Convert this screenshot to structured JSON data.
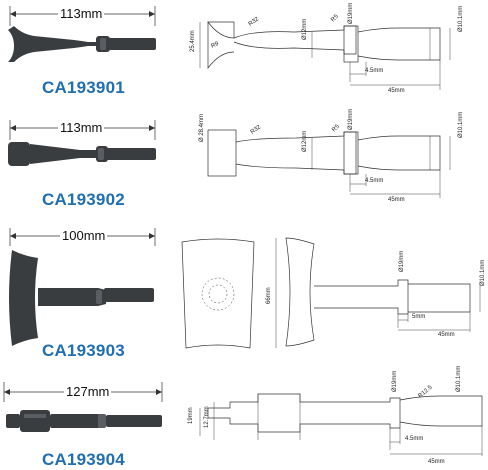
{
  "products": [
    {
      "code": "CA193901",
      "length": "113mm",
      "dims": [
        "R32",
        "R9",
        "25.4mm",
        "Ø12mm",
        "R5",
        "Ø19mm",
        "Ø10.1mm",
        "4.5mm",
        "45mm"
      ]
    },
    {
      "code": "CA193902",
      "length": "113mm",
      "dims": [
        "Ø 28.4mm",
        "R32",
        "Ø12mm",
        "R5",
        "Ø19mm",
        "Ø10.1mm",
        "4.5mm",
        "45mm"
      ]
    },
    {
      "code": "CA193903",
      "length": "100mm",
      "dims": [
        "66mm",
        "Ø19mm",
        "Ø10.1mm",
        "5mm",
        "45mm"
      ]
    },
    {
      "code": "CA193904",
      "length": "127mm",
      "dims": [
        "19mm",
        "12.7mm",
        "Ø19mm",
        "R12.5",
        "Ø10.1mm",
        "4.5mm",
        "45mm"
      ]
    }
  ]
}
